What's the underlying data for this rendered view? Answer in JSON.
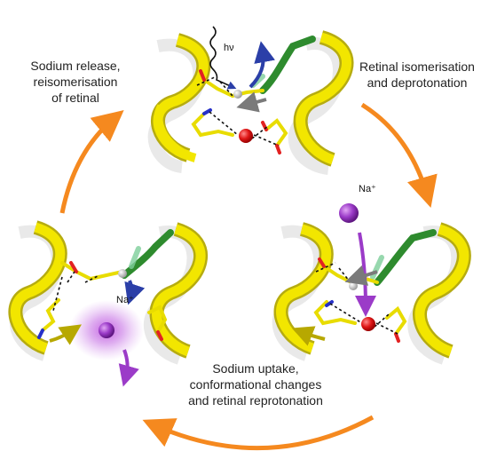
{
  "labels": {
    "top_left": [
      "Sodium release,",
      "reisomerisation",
      "of retinal"
    ],
    "top_right": [
      "Retinal isomerisation",
      "and deprotonation"
    ],
    "bottom": [
      "Sodium uptake,",
      "conformational changes",
      "and retinal reprotonation"
    ],
    "light": "hν",
    "sodium_ion": "Na⁺"
  },
  "colors": {
    "cycle_arrow": "#f5891f",
    "helix": "#f2e600",
    "helix_shadow": "#b6ac10",
    "helix_back": "#e9e9e9",
    "green_segment": "#2e8b2e",
    "sodium": "#9b3bc8",
    "oxygen_sphere": "#e01818",
    "hydrogen": "#d8d8d8",
    "nitrogen": "#2630c8",
    "oxygen_atom": "#e22222",
    "blue_arrow": "#2b3fa8",
    "grey_arrow": "#7a7a7a"
  }
}
